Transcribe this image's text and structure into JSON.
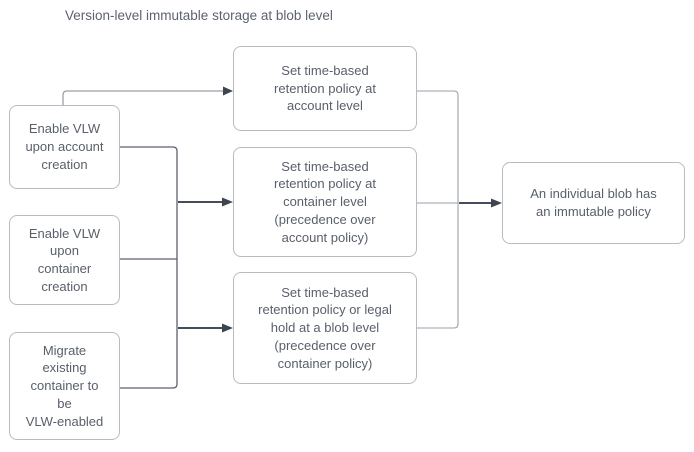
{
  "title": "Version-level immutable storage at blob level",
  "nodes": {
    "enable_vlw_account": "Enable VLW\nupon account\ncreation",
    "enable_vlw_container": "Enable VLW\nupon\ncontainer\ncreation",
    "migrate_existing_container": "Migrate\nexisting\ncontainer to\nbe\nVLW-enabled",
    "retention_account_level": "Set time-based\nretention policy at\naccount level",
    "retention_container_level": "Set time-based\nretention policy at\ncontainer level\n(precedence over\naccount policy)",
    "retention_blob_level": "Set time-based\nretention policy or legal\nhold at a blob level\n(precedence over\ncontainer policy)",
    "blob_immutable_policy": "An individual blob has\nan immutable policy"
  },
  "colors": {
    "background": "#ffffff",
    "box_border": "#b6bcc3",
    "box_fill": "#ffffff",
    "text": "#59606c",
    "connector_light": "#9aa0a9",
    "connector_dark": "#555d69",
    "arrow_stroke": "#454d5a",
    "arrowhead_fill": "#3d4551"
  }
}
